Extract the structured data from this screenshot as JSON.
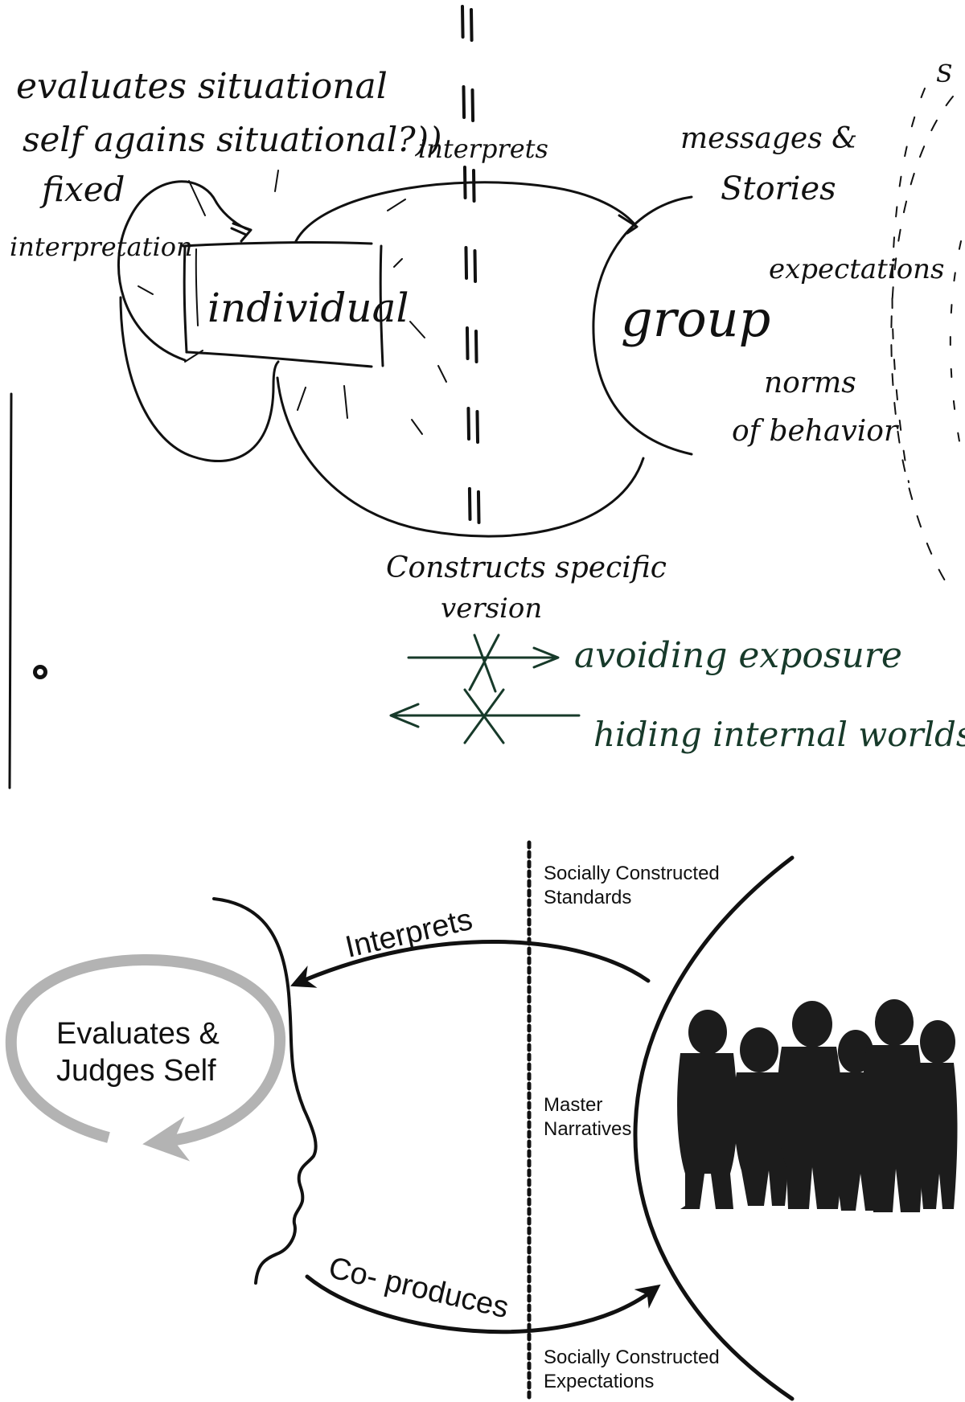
{
  "sketch": {
    "note_lines": [
      "evaluates situational",
      "self agains situational?))",
      "fixed",
      "interpretation"
    ],
    "individual": "individual",
    "interprets": "interprets",
    "group": "group",
    "messages_lines": [
      "messages &",
      "Stories"
    ],
    "expectations": "expectations",
    "norms_lines": [
      "norms",
      "of behavior"
    ],
    "constructs_lines": [
      "Constructs specific",
      "version"
    ],
    "avoiding": "avoiding exposure",
    "hiding": "hiding internal worlds",
    "corner_mark": "S"
  },
  "diagram": {
    "interprets": "Interprets",
    "coproduces": "Co- produces",
    "evaluates_lines": [
      "Evaluates &",
      "Judges Self"
    ],
    "standards_lines": [
      "Socially Constructed",
      "Standards"
    ],
    "narratives_lines": [
      "Master",
      "Narratives"
    ],
    "expectations_lines": [
      "Socially Constructed",
      "Expectations"
    ]
  },
  "colors": {
    "ink": "#111111",
    "green_ink": "#173a2a",
    "loop_gray": "#b3b3b3",
    "silhouette": "#1c1c1c"
  }
}
